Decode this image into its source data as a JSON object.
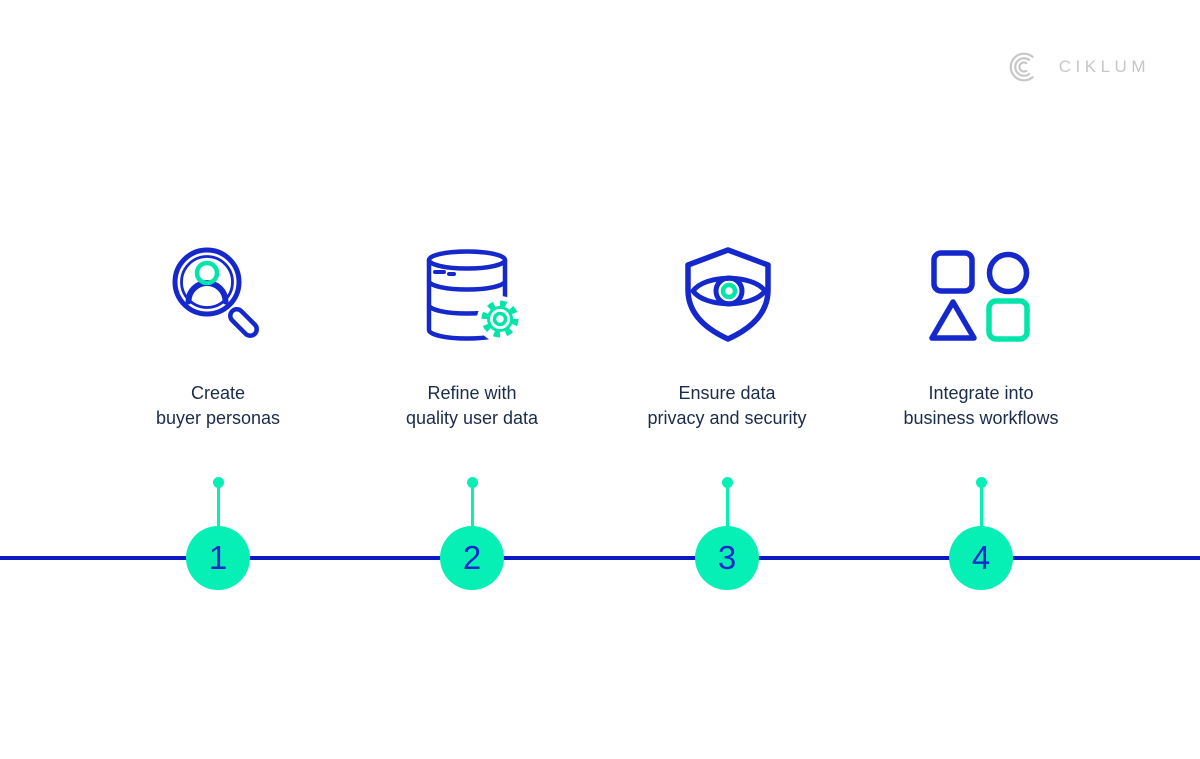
{
  "logo": {
    "text": "CIKLUM",
    "mark": "ciklum-concentric-c-logo"
  },
  "steps": [
    {
      "number": "1",
      "label_line1": "Create",
      "label_line2": "buyer personas",
      "icon": "magnifier-user-icon"
    },
    {
      "number": "2",
      "label_line1": "Refine with",
      "label_line2": "quality user data",
      "icon": "database-gear-icon"
    },
    {
      "number": "3",
      "label_line1": "Ensure data",
      "label_line2": "privacy and security",
      "icon": "shield-eye-icon"
    },
    {
      "number": "4",
      "label_line1": "Integrate into",
      "label_line2": "business workflows",
      "icon": "shapes-icon"
    }
  ],
  "colors": {
    "blue": "#1428CC",
    "line_blue": "#0C1BC0",
    "teal": "#00E5A9",
    "circle_teal": "#06F0B5",
    "navy": "#1B2B4A",
    "logo_gray": "#C7C7C7"
  }
}
